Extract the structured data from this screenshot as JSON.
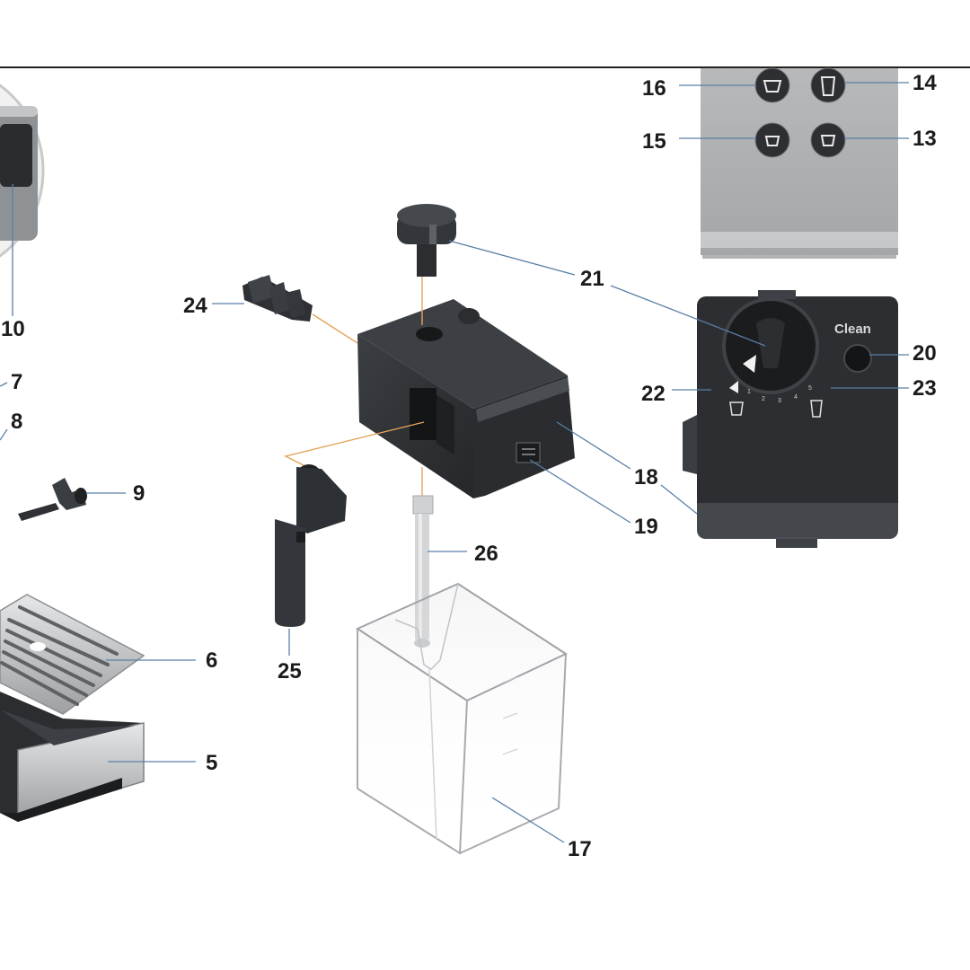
{
  "diagram": {
    "callouts": {
      "c5": "5",
      "c6": "6",
      "c7": "7",
      "c8": "8",
      "c9": "9",
      "c10": "10",
      "c13": "13",
      "c14": "14",
      "c15": "15",
      "c16": "16",
      "c17": "17",
      "c18": "18",
      "c19": "19",
      "c20": "20",
      "c21": "21",
      "c22": "22",
      "c23": "23",
      "c24": "24",
      "c25": "25",
      "c26": "26"
    },
    "control_panel": {
      "clean_label": "Clean"
    },
    "colors": {
      "part_dark": "#2f3134",
      "part_grey": "#a9abad",
      "leader_line": "#5a7fa6",
      "assembly_guide": "#e7a35a"
    }
  }
}
